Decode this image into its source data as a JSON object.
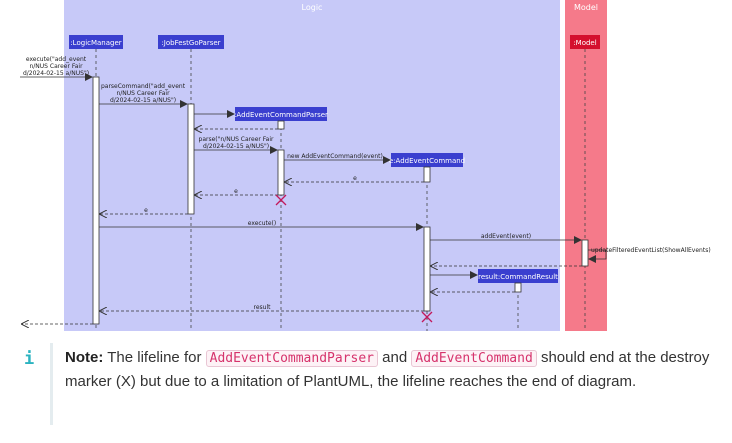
{
  "diagram": {
    "boxes": {
      "logic": "Logic",
      "model": "Model"
    },
    "participants": {
      "logic_manager": ":LogicManager",
      "parser": ":JobFestGoParser",
      "command_parser": ":AddEventCommandParser",
      "command": "e:AddEventCommand",
      "result": "result:CommandResult",
      "model": ":Model"
    },
    "messages": {
      "execute_line1": "execute(\"add_event",
      "execute_line2": "n/NUS Career Fair",
      "execute_line3": "d/2024-02-15 a/NUS\")",
      "parse_cmd_line1": "parseCommand(\"add_event",
      "parse_cmd_line2": "n/NUS Career Fair",
      "parse_cmd_line3": "d/2024-02-15 a/NUS\")",
      "parse_line1": "parse(\"n/NUS Career Fair",
      "parse_line2": "d/2024-02-15 a/NUS\")",
      "new_command": "new AddEventCommand(event)",
      "return_e1": "e",
      "return_e2": "e",
      "return_e3": "e",
      "execute_call": "execute()",
      "add_event": "addEvent(event)",
      "update_list": "updateFilteredEventList(ShowAllEvents)",
      "result_return": "result"
    },
    "colors": {
      "logic_box": "#c7c9f8",
      "model_box": "#f57a8a",
      "participant": "#3a3fcf",
      "model_participant": "#d4102e",
      "destroy": "#c2185b"
    }
  },
  "note": {
    "icon": "info-icon",
    "label": "Note:",
    "text1": "The lifeline for",
    "code1": "AddEventCommandParser",
    "text2": "and",
    "code2": "AddEventCommand",
    "text3": "should end at the destroy marker (X) but due to a limitation of PlantUML, the lifeline reaches the end of diagram."
  }
}
